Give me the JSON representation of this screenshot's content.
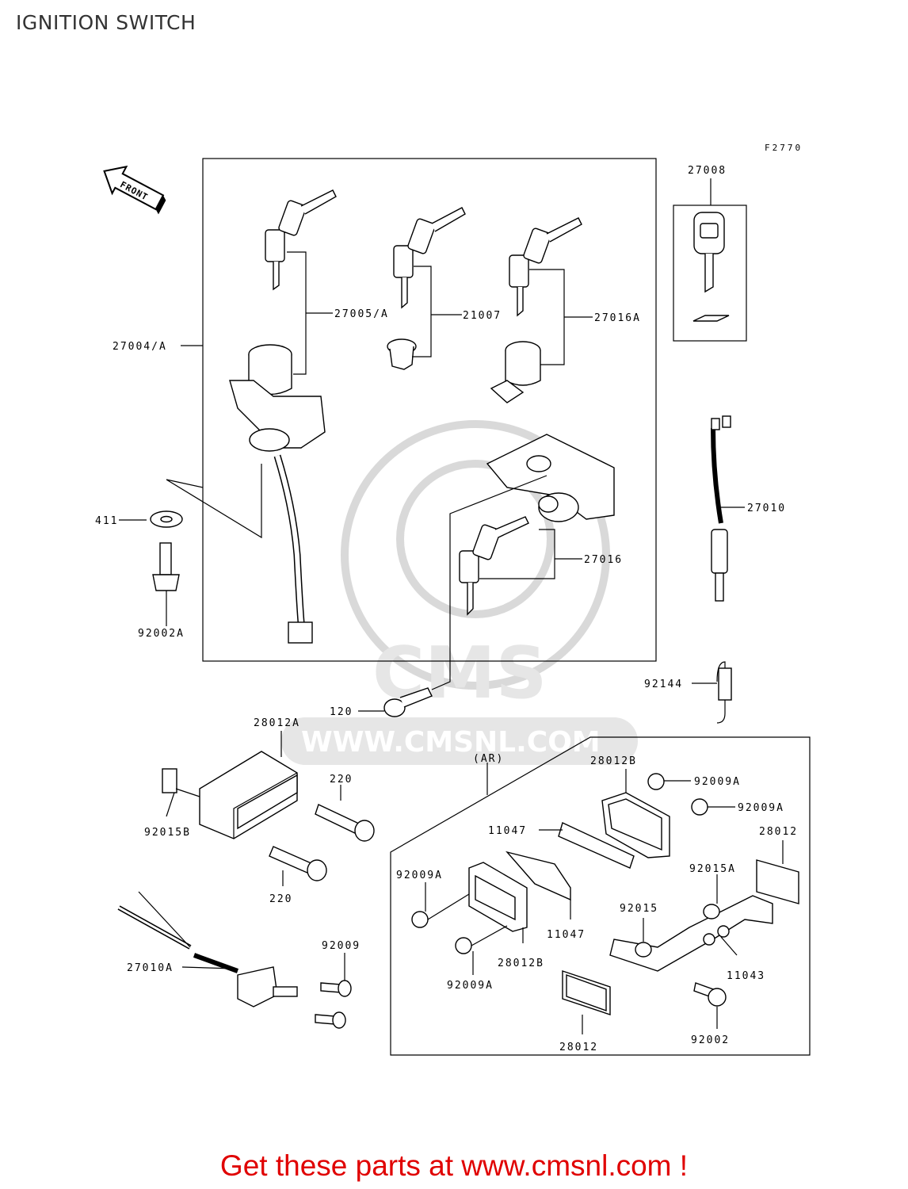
{
  "page": {
    "title": "IGNITION SWITCH",
    "figure_code": "F2770",
    "front_label": "FRONT",
    "footer": "Get these parts at www.cmsnl.com !",
    "watermark_text": "CMS",
    "watermark_url": "WWW.CMSNL.COM"
  },
  "callouts": {
    "c27008": "27008",
    "c27005a": "27005/A",
    "c21007": "21007",
    "c27016a": "27016A",
    "c27004a": "27004/A",
    "c27010": "27010",
    "c411": "411",
    "c27016": "27016",
    "c92002a": "92002A",
    "c92144": "92144",
    "c120": "120",
    "c28012a": "28012A",
    "c220a": "220",
    "c220b": "220",
    "c92015b": "92015B",
    "c27010a": "27010A",
    "c92009": "92009",
    "c_ar": "(AR)",
    "c28012b_top": "28012B",
    "c92009a_1": "92009A",
    "c92009a_2": "92009A",
    "c11047_top": "11047",
    "c28012_right": "28012",
    "c92009a_3": "92009A",
    "c92015a": "92015A",
    "c92015": "92015",
    "c11047_bottom": "11047",
    "c28012b_bottom": "28012B",
    "c92009a_4": "92009A",
    "c11043": "11043",
    "c92002": "92002",
    "c28012_bottom": "28012"
  },
  "colors": {
    "footer_text": "#e00000",
    "title_text": "#333333",
    "line_art": "#000000",
    "watermark": "#d9d9d9"
  }
}
